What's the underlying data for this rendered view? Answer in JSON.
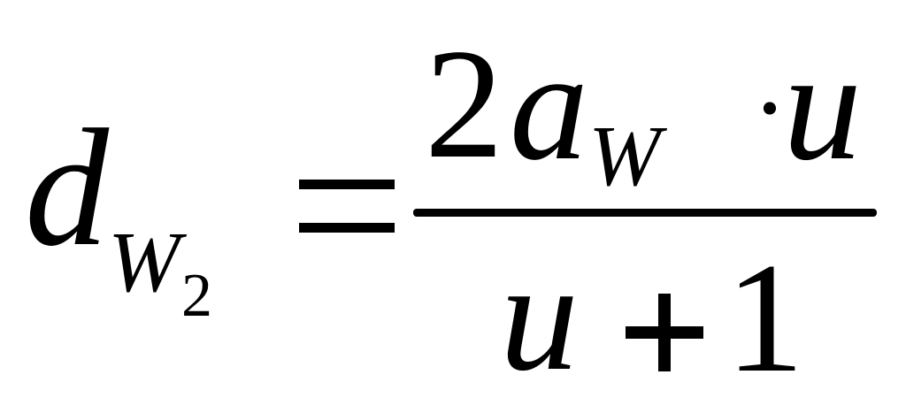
{
  "formula": {
    "lhs": {
      "symbol": "d",
      "sub": "W",
      "subsub": "2"
    },
    "equals": "=",
    "numerator": {
      "coefficient": "2",
      "symbol": "a",
      "sub": "W",
      "operator": "·",
      "factor": "u"
    },
    "denominator": {
      "symbol": "u",
      "operator": "+",
      "constant": "1"
    }
  }
}
